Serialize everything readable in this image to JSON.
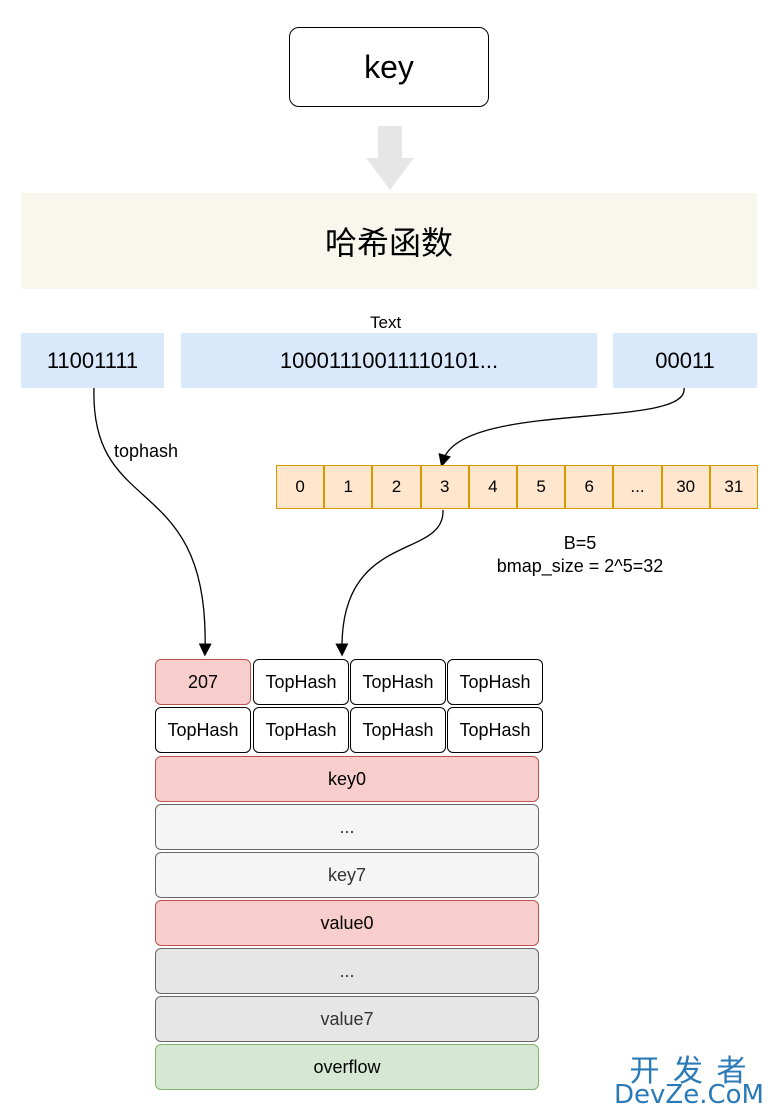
{
  "key_label": "key",
  "hash_function_label": "哈希函数",
  "text_label": "Text",
  "hash_bits": {
    "high": "11001111",
    "middle": "10001110011110101...",
    "low": "00011"
  },
  "tophash_label": "tophash",
  "buckets": [
    "0",
    "1",
    "2",
    "3",
    "4",
    "5",
    "6",
    "...",
    "30",
    "31"
  ],
  "b_note": {
    "line1": "B=5",
    "line2": "bmap_size = 2^5=32"
  },
  "tophash_row1": [
    "207",
    "TopHash",
    "TopHash",
    "TopHash"
  ],
  "tophash_row2": [
    "TopHash",
    "TopHash",
    "TopHash",
    "TopHash"
  ],
  "bmap_rows": [
    "key0",
    "...",
    "key7",
    "value0",
    "...",
    "value7",
    "overflow"
  ],
  "watermark": {
    "line1": "开 发 者",
    "line2": "DevZe.CoM"
  },
  "colors": {
    "key_border": "#000000",
    "hash_band": "#f9f7ed",
    "bits": "#dae8fc",
    "bucket_fill": "#ffe6cc",
    "bucket_border": "#d79b00",
    "highlight_fill": "#f8cecc",
    "highlight_border": "#b85450",
    "overflow_fill": "#d5e8d4",
    "watermark": "#2a7ab8"
  }
}
